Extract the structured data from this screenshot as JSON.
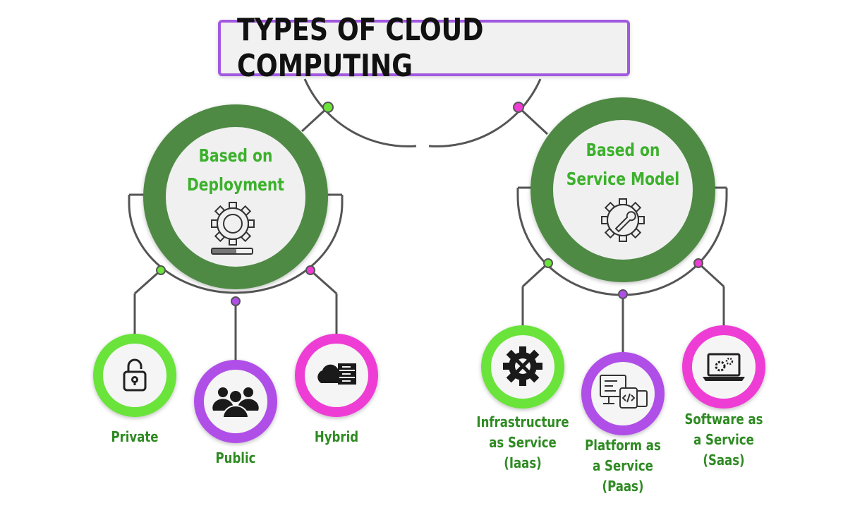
{
  "title": "TYPES OF CLOUD COMPUTING",
  "deployment": {
    "label_line1": "Based on",
    "label_line2": "Deployment",
    "icon": "gear-progress-icon",
    "children": [
      {
        "label": "Private",
        "icon": "lock-icon",
        "ring_color": "#6be33a"
      },
      {
        "label": "Public",
        "icon": "people-group-icon",
        "ring_color": "#b04fe8"
      },
      {
        "label": "Hybrid",
        "icon": "cloud-server-icon",
        "ring_color": "#ee3cd4"
      }
    ]
  },
  "service_model": {
    "label_line1": "Based on",
    "label_line2": "Service Model",
    "icon": "gear-wrench-icon",
    "children": [
      {
        "label_lines": [
          "Infrastructure",
          "as Service",
          "(Iaas)"
        ],
        "icon": "gear-tools-icon",
        "ring_color": "#6be33a"
      },
      {
        "label_lines": [
          "Platform as",
          "a Service",
          "(Paas)"
        ],
        "icon": "code-devices-icon",
        "ring_color": "#b04fe8"
      },
      {
        "label_lines": [
          "Software as",
          "a Service",
          "(Saas)"
        ],
        "icon": "laptop-gears-icon",
        "ring_color": "#ee3cd4"
      }
    ]
  },
  "colors": {
    "hub_ring": "#4f8a45",
    "hub_label": "#3cb12c",
    "leaf_label": "#2e8a22",
    "title_border": "#a259e0",
    "green": "#6be33a",
    "purple": "#b04fe8",
    "magenta": "#ee3cd4",
    "connector": "#555555"
  }
}
